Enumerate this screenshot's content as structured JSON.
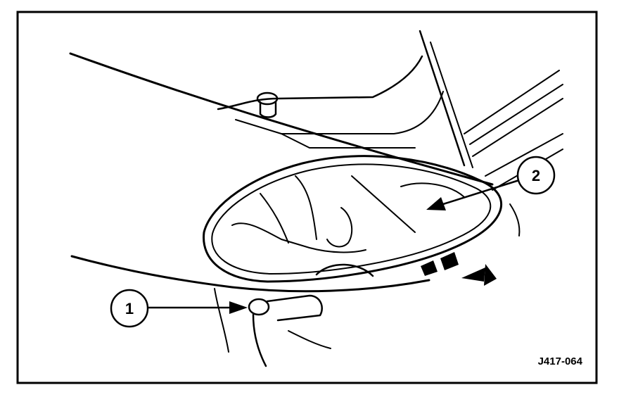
{
  "callouts": [
    {
      "label": "1"
    },
    {
      "label": "2"
    }
  ],
  "figure_code": "J417-064",
  "colors": {
    "ink": "#000000",
    "paper": "#ffffff"
  }
}
